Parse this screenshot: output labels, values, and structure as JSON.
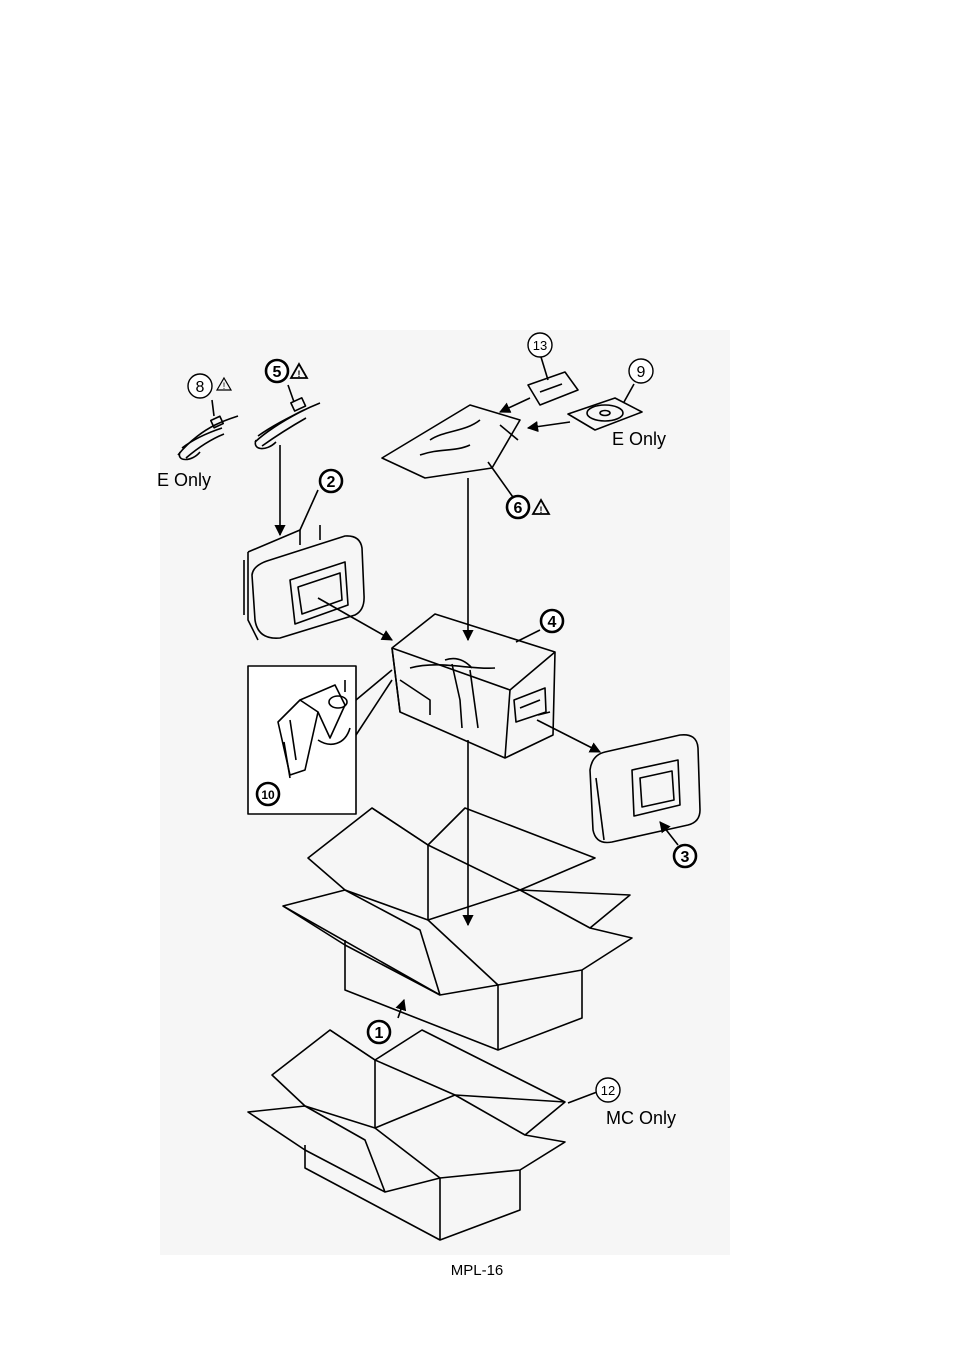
{
  "labels": {
    "e_only_cord": "E Only",
    "e_only_cd": "E Only",
    "mc_only": "MC Only"
  },
  "callouts": {
    "p1": "1",
    "p2": "2",
    "p3": "3",
    "p4": "4",
    "p5": "5",
    "p6": "6",
    "p8": "8",
    "p9": "9",
    "p10": "10",
    "p12": "12",
    "p13": "13"
  },
  "warning_symbol": "!",
  "footer": {
    "page": "MPL-16"
  }
}
